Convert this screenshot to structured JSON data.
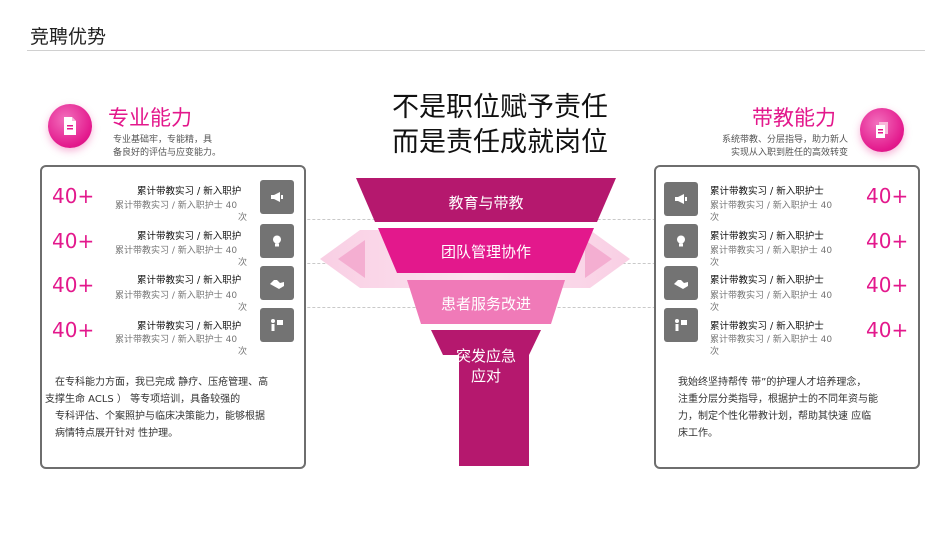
{
  "page_title": "竞聘优势",
  "headline": [
    "不是职位赋予责任",
    "而是责任成就岗位"
  ],
  "left": {
    "title": "专业能力",
    "desc": [
      "专业基础牢，专能精，具",
      "备良好的评估与应变能力。"
    ],
    "icon": "document-icon",
    "rows": [
      {
        "value": "40+",
        "line1": "累计带教实习 / 新入职护",
        "line2": "累计带教实习 / 新入职护士 40",
        "tail": "次",
        "icon": "megaphone-icon"
      },
      {
        "value": "40+",
        "line1": "累计带教实习 / 新入职护",
        "line2": "累计带教实习 / 新入职护士 40",
        "tail": "次",
        "icon": "lightbulb-icon"
      },
      {
        "value": "40+",
        "line1": "累计带教实习 / 新入职护",
        "line2": "累计带教实习 / 新入职护士 40",
        "tail": "次",
        "icon": "handshake-icon"
      },
      {
        "value": "40+",
        "line1": "累计带教实习 / 新入职护",
        "line2": "累计带教实习 / 新入职护士 40",
        "tail": "次",
        "icon": "presenter-icon"
      }
    ],
    "paragraph": [
      "在专科能力方面，我已完成 静疗、压疮管理、高",
      "支撑生命             ACLS ） 等专项培训，具备较强的",
      "专科评估、个案照护与临床决策能力，能够根据",
      "病情特点展开针对         性护理。"
    ]
  },
  "right": {
    "title": "带教能力",
    "desc": [
      "系统带教、分层指导，助力新人",
      "实现从入职到胜任的高效转变"
    ],
    "icon": "files-icon",
    "rows": [
      {
        "value": "40+",
        "line1": "累计带教实习 / 新入职护士",
        "line2": "累计带教实习 / 新入职护士 40",
        "tail": "次",
        "icon": "megaphone-icon"
      },
      {
        "value": "40+",
        "line1": "累计带教实习 / 新入职护士",
        "line2": "累计带教实习 / 新入职护士 40",
        "tail": "次",
        "icon": "lightbulb-icon"
      },
      {
        "value": "40+",
        "line1": "累计带教实习 / 新入职护士",
        "line2": "累计带教实习 / 新入职护士 40",
        "tail": "次",
        "icon": "handshake-icon"
      },
      {
        "value": "40+",
        "line1": "累计带教实习 / 新入职护士",
        "line2": "累计带教实习 / 新入职护士 40",
        "tail": "次",
        "icon": "presenter-icon"
      }
    ],
    "paragraph": [
      "我始终坚持帮传    带”的护理人才培养理念，",
      "注重分层分类指导，根据护士的不同年资与能",
      "力，制定个性化带教计划，帮助其快速     应临",
      "床工作。"
    ]
  },
  "funnel": {
    "levels": [
      "教育与带教",
      "团队管理协作",
      "患者服务改进"
    ],
    "bottom": [
      "突发应急",
      "应对"
    ],
    "colors": [
      "#b5186e",
      "#e3188c",
      "#f07ab8",
      "#b5186e"
    ]
  }
}
